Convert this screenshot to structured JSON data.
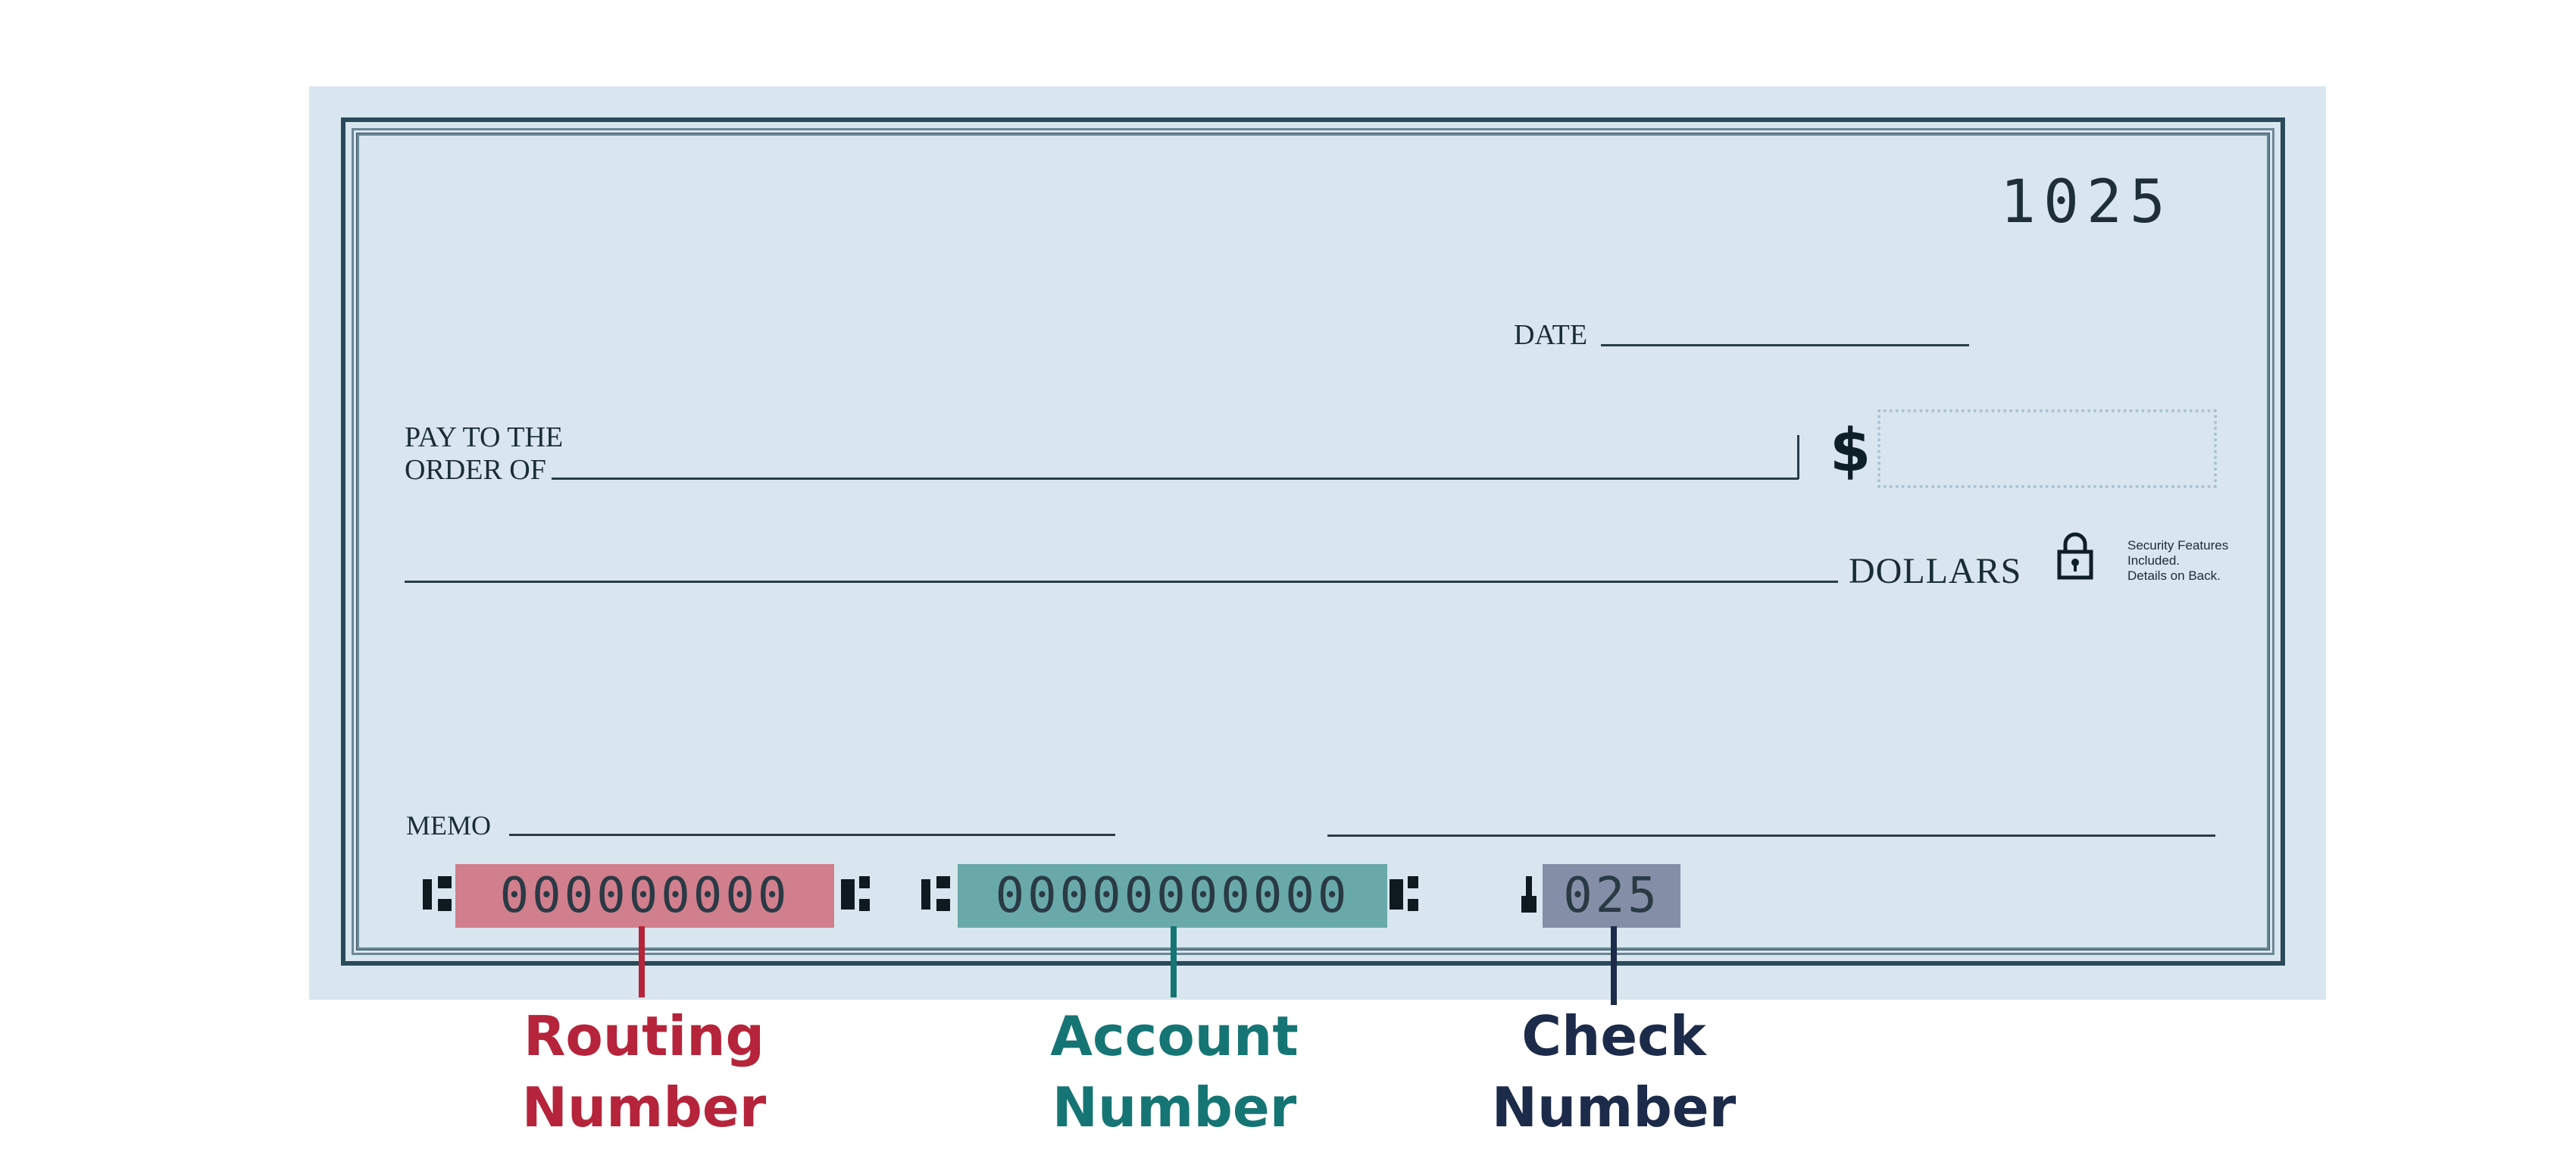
{
  "check": {
    "number": "1025",
    "date_label": "DATE",
    "pay_to_line1": "PAY TO THE",
    "pay_to_line2": "ORDER OF",
    "dollar_sign": "$",
    "dollars_label": "DOLLARS",
    "security_text": [
      "Security Features",
      "Included.",
      "Details on Back."
    ],
    "memo_label": "MEMO"
  },
  "micr": {
    "routing": "000000000",
    "account": "00000000000",
    "check": "025"
  },
  "callouts": {
    "routing": [
      "Routing",
      "Number"
    ],
    "account": [
      "Account",
      "Number"
    ],
    "check": [
      "Check",
      "Number"
    ]
  },
  "colors": {
    "routing": "#b5243a",
    "account": "#157574",
    "check": "#1d2b4a",
    "check_background": "#d9e6ef",
    "routing_highlight": "#d17f8d",
    "account_highlight": "#6aa9a9",
    "check_highlight": "#848fa7"
  },
  "icons": {
    "lock": "lock-icon"
  }
}
